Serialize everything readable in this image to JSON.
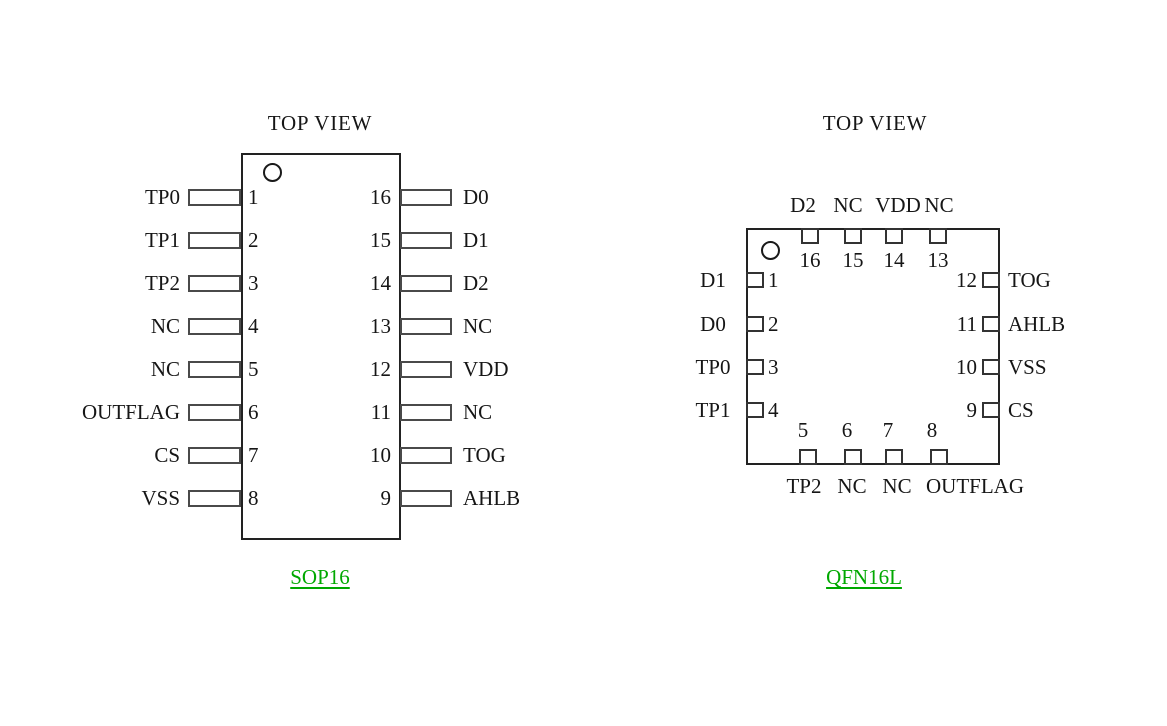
{
  "figure": {
    "background": "#ffffff",
    "line_color": "#222222",
    "text_color": "#161616",
    "link_green": "#00a800"
  },
  "sop16": {
    "title": "TOP VIEW",
    "package_name": "SOP16",
    "pin1_indicator_icon": "circle",
    "left_pins": [
      {
        "number": "1",
        "label": "TP0"
      },
      {
        "number": "2",
        "label": "TP1"
      },
      {
        "number": "3",
        "label": "TP2"
      },
      {
        "number": "4",
        "label": "NC"
      },
      {
        "number": "5",
        "label": "NC"
      },
      {
        "number": "6",
        "label": "OUTFLAG"
      },
      {
        "number": "7",
        "label": "CS"
      },
      {
        "number": "8",
        "label": "VSS"
      }
    ],
    "right_pins": [
      {
        "number": "16",
        "label": "D0"
      },
      {
        "number": "15",
        "label": "D1"
      },
      {
        "number": "14",
        "label": "D2"
      },
      {
        "number": "13",
        "label": "NC"
      },
      {
        "number": "12",
        "label": "VDD"
      },
      {
        "number": "11",
        "label": "NC"
      },
      {
        "number": "10",
        "label": "TOG"
      },
      {
        "number": "9",
        "label": "AHLB"
      }
    ]
  },
  "qfn16l": {
    "title": "TOP VIEW",
    "package_name": "QFN16L",
    "pin1_indicator_icon": "circle",
    "top_pins": [
      {
        "number": "16",
        "label": "D2"
      },
      {
        "number": "15",
        "label": "NC"
      },
      {
        "number": "14",
        "label": "VDD"
      },
      {
        "number": "13",
        "label": "NC"
      }
    ],
    "left_pins": [
      {
        "number": "1",
        "label": "D1"
      },
      {
        "number": "2",
        "label": "D0"
      },
      {
        "number": "3",
        "label": "TP0"
      },
      {
        "number": "4",
        "label": "TP1"
      }
    ],
    "right_pins": [
      {
        "number": "12",
        "label": "TOG"
      },
      {
        "number": "11",
        "label": "AHLB"
      },
      {
        "number": "10",
        "label": "VSS"
      },
      {
        "number": "9",
        "label": "CS"
      }
    ],
    "bottom_pins": [
      {
        "number": "5",
        "label": "TP2"
      },
      {
        "number": "6",
        "label": "NC"
      },
      {
        "number": "7",
        "label": "NC"
      },
      {
        "number": "8",
        "label": "OUTFLAG"
      }
    ]
  }
}
